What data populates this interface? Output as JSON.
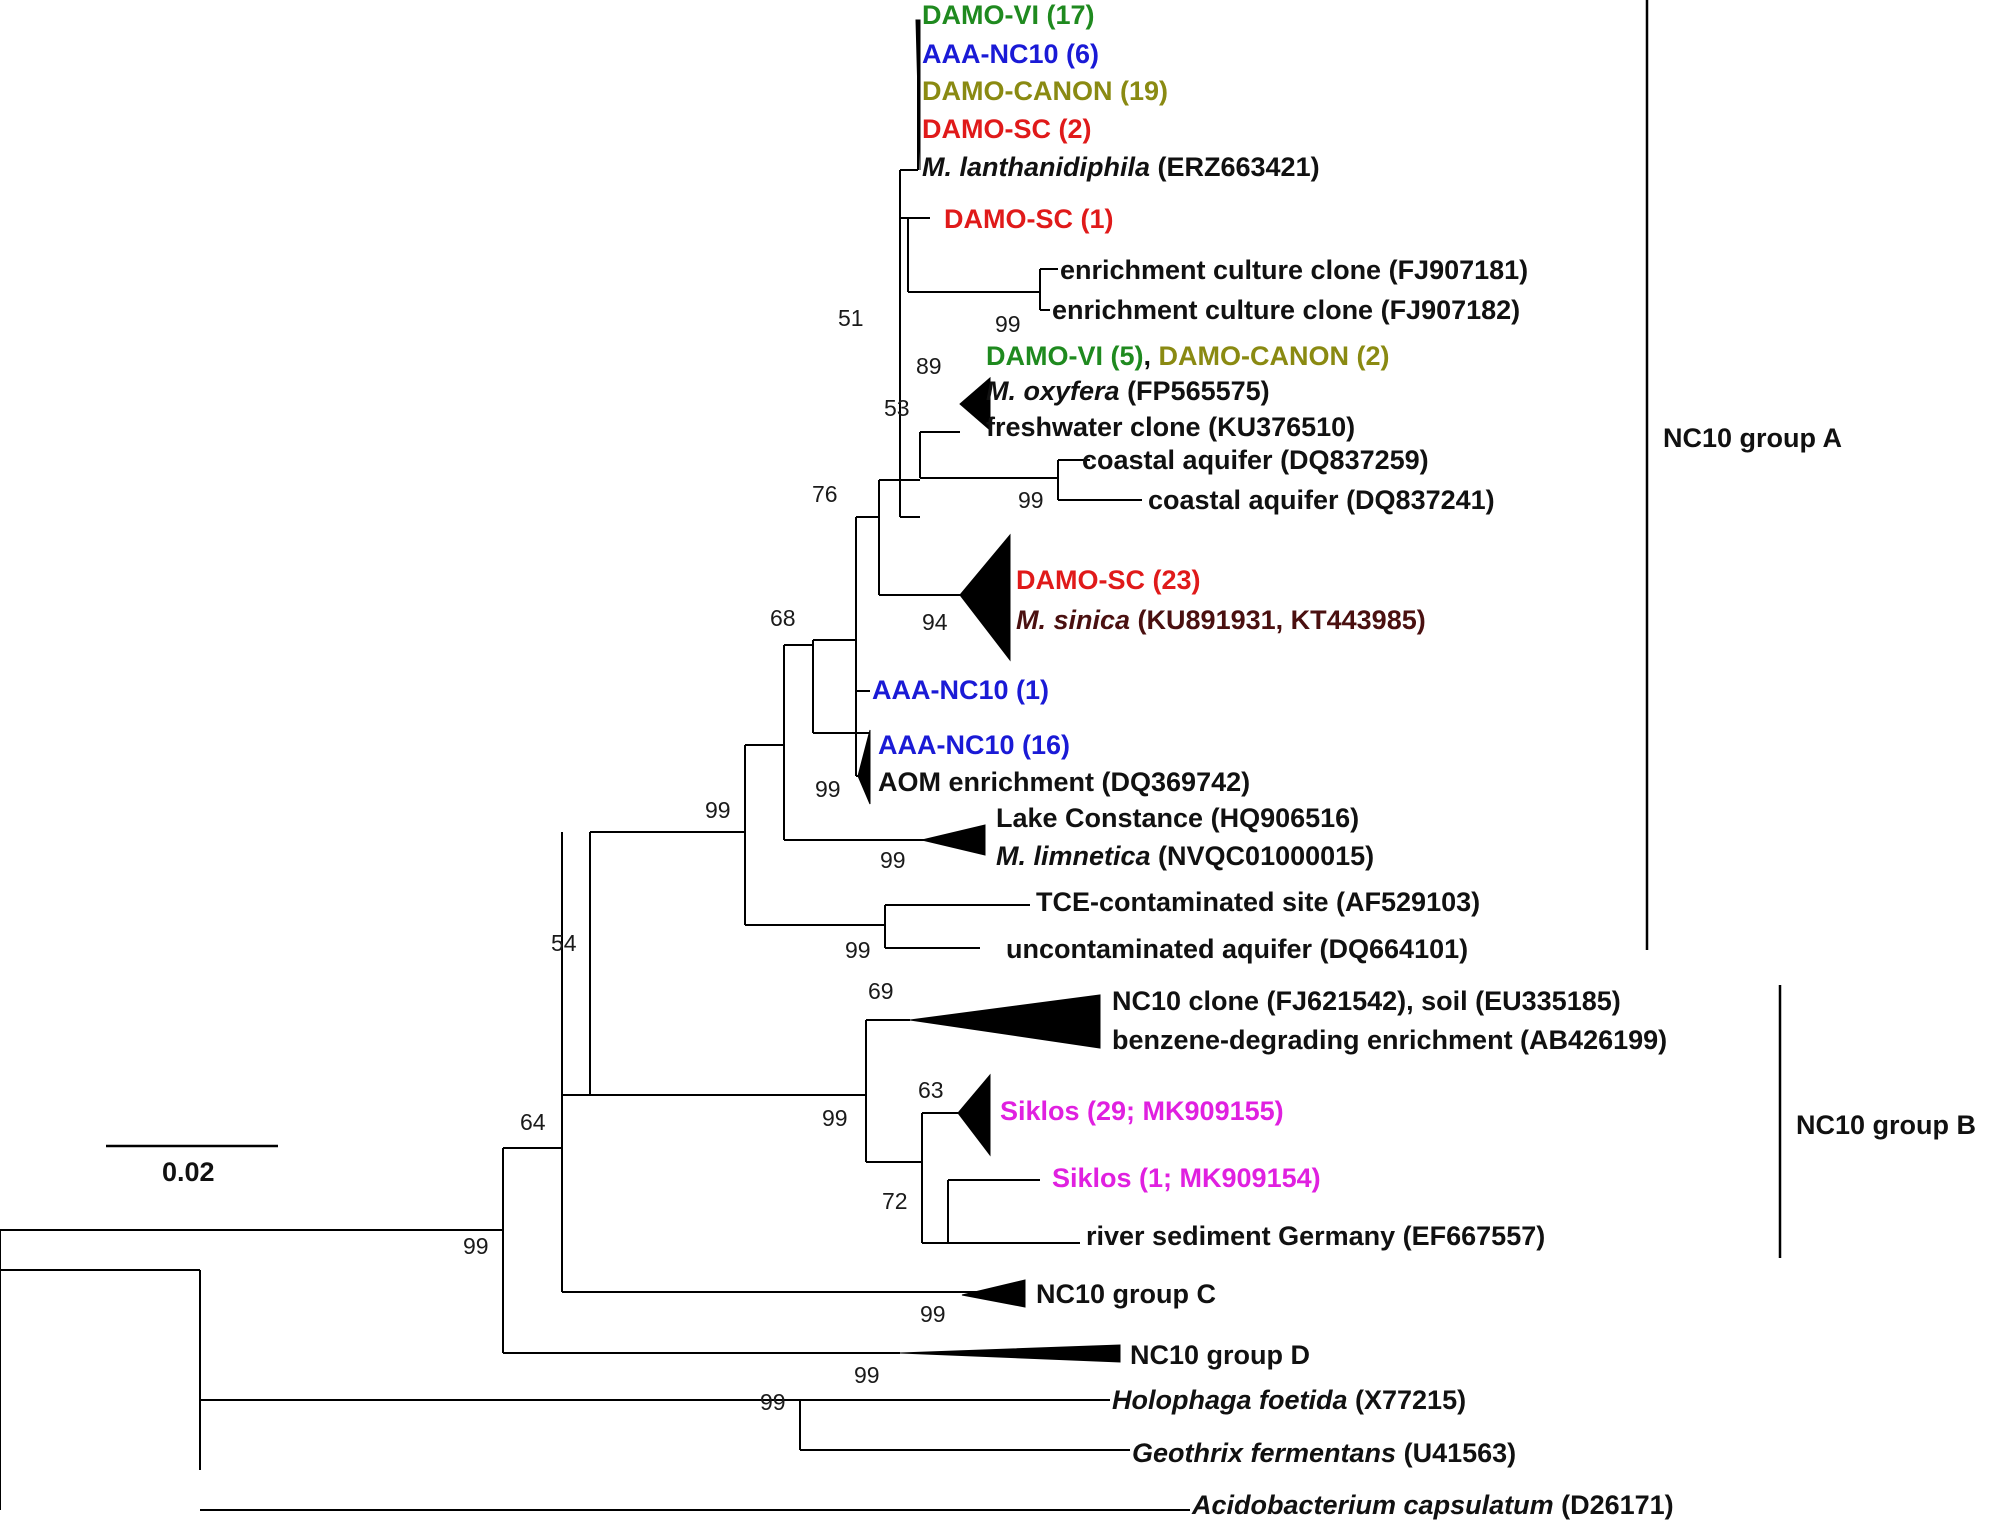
{
  "colors": {
    "green": "#1f8a1f",
    "blue": "#1a1ad6",
    "olive": "#8a8a12",
    "red": "#e01a1a",
    "magenta": "#e020e0",
    "brown": "#4a1010",
    "black": "#111111"
  },
  "scale_bar": {
    "label": "0.02"
  },
  "taxa": [
    {
      "id": "t1",
      "parts": [
        {
          "t": "DAMO-VI (17)",
          "c": "green"
        }
      ]
    },
    {
      "id": "t2",
      "parts": [
        {
          "t": "AAA-NC10 (6)",
          "c": "blue"
        }
      ]
    },
    {
      "id": "t3",
      "parts": [
        {
          "t": "DAMO-CANON (19)",
          "c": "olive"
        }
      ]
    },
    {
      "id": "t4",
      "parts": [
        {
          "t": "DAMO-SC (2)",
          "c": "red"
        }
      ]
    },
    {
      "id": "t5",
      "parts": [
        {
          "t": "M. lanthanidiphila",
          "c": "black",
          "i": true
        },
        {
          "t": " (ERZ663421)",
          "c": "black"
        }
      ]
    },
    {
      "id": "t6",
      "parts": [
        {
          "t": "DAMO-SC (1)",
          "c": "red"
        }
      ]
    },
    {
      "id": "t7",
      "parts": [
        {
          "t": "enrichment culture clone (FJ907181)",
          "c": "black"
        }
      ]
    },
    {
      "id": "t8",
      "parts": [
        {
          "t": "enrichment culture clone (FJ907182)",
          "c": "black"
        }
      ]
    },
    {
      "id": "t9",
      "parts": [
        {
          "t": "DAMO-VI (5)",
          "c": "green"
        },
        {
          "t": ",   ",
          "c": "black"
        },
        {
          "t": "DAMO-CANON (2)",
          "c": "olive"
        }
      ]
    },
    {
      "id": "t10",
      "parts": [
        {
          "t": "M. oxyfera",
          "c": "black",
          "i": true
        },
        {
          "t": " (FP565575)",
          "c": "black"
        }
      ]
    },
    {
      "id": "t11",
      "parts": [
        {
          "t": "freshwater clone (KU376510)",
          "c": "black"
        }
      ]
    },
    {
      "id": "t12",
      "parts": [
        {
          "t": "coastal aquifer (DQ837259)",
          "c": "black"
        }
      ]
    },
    {
      "id": "t13",
      "parts": [
        {
          "t": "coastal aquifer (DQ837241)",
          "c": "black"
        }
      ]
    },
    {
      "id": "t14",
      "parts": [
        {
          "t": "DAMO-SC (23)",
          "c": "red"
        }
      ]
    },
    {
      "id": "t15",
      "parts": [
        {
          "t": "M. sinica",
          "c": "brown",
          "i": true
        },
        {
          "t": " (KU891931, KT443985)",
          "c": "brown"
        }
      ]
    },
    {
      "id": "t16",
      "parts": [
        {
          "t": "AAA-NC10 (1)",
          "c": "blue"
        }
      ]
    },
    {
      "id": "t17",
      "parts": [
        {
          "t": "AAA-NC10 (16)",
          "c": "blue"
        }
      ]
    },
    {
      "id": "t18",
      "parts": [
        {
          "t": "AOM enrichment (DQ369742)",
          "c": "black"
        }
      ]
    },
    {
      "id": "t19",
      "parts": [
        {
          "t": "Lake Constance (HQ906516)",
          "c": "black"
        }
      ]
    },
    {
      "id": "t20",
      "parts": [
        {
          "t": "M. limnetica",
          "c": "black",
          "i": true
        },
        {
          "t": " (NVQC01000015)",
          "c": "black"
        }
      ]
    },
    {
      "id": "t21",
      "parts": [
        {
          "t": "TCE-contaminated site (AF529103)",
          "c": "black"
        }
      ]
    },
    {
      "id": "t22",
      "parts": [
        {
          "t": "uncontaminated aquifer (DQ664101)",
          "c": "black"
        }
      ]
    },
    {
      "id": "t23",
      "parts": [
        {
          "t": "NC10 clone (FJ621542), soil (EU335185)",
          "c": "black"
        }
      ]
    },
    {
      "id": "t24",
      "parts": [
        {
          "t": "benzene-degrading enrichment (AB426199)",
          "c": "black"
        }
      ]
    },
    {
      "id": "t25",
      "parts": [
        {
          "t": "Siklos (29; MK909155)",
          "c": "magenta"
        }
      ]
    },
    {
      "id": "t26",
      "parts": [
        {
          "t": "Siklos (1; MK909154)",
          "c": "magenta"
        }
      ]
    },
    {
      "id": "t27",
      "parts": [
        {
          "t": "river sediment Germany (EF667557)",
          "c": "black"
        }
      ]
    },
    {
      "id": "t28",
      "parts": [
        {
          "t": "NC10 group C",
          "c": "black"
        }
      ]
    },
    {
      "id": "t29",
      "parts": [
        {
          "t": "NC10 group D",
          "c": "black"
        }
      ]
    },
    {
      "id": "t30",
      "parts": [
        {
          "t": "Holophaga foetida",
          "c": "black",
          "i": true
        },
        {
          "t": " (X77215)",
          "c": "black"
        }
      ]
    },
    {
      "id": "t31",
      "parts": [
        {
          "t": "Geothrix fermentans",
          "c": "black",
          "i": true
        },
        {
          "t": " (U41563)",
          "c": "black"
        }
      ]
    },
    {
      "id": "t32",
      "parts": [
        {
          "t": "Acidobacterium capsulatum",
          "c": "black",
          "i": true
        },
        {
          "t": " (D26171)",
          "c": "black"
        }
      ]
    }
  ],
  "bootstrap": [
    {
      "id": "b51a",
      "v": "51"
    },
    {
      "id": "b99a",
      "v": "99"
    },
    {
      "id": "b89",
      "v": "89"
    },
    {
      "id": "b53",
      "v": "53"
    },
    {
      "id": "b99b",
      "v": "99"
    },
    {
      "id": "b76",
      "v": "76"
    },
    {
      "id": "b94",
      "v": "94"
    },
    {
      "id": "b68",
      "v": "68"
    },
    {
      "id": "b99c",
      "v": "99"
    },
    {
      "id": "b99d",
      "v": "99"
    },
    {
      "id": "b99e",
      "v": "99"
    },
    {
      "id": "b99f",
      "v": "99"
    },
    {
      "id": "b54",
      "v": "54"
    },
    {
      "id": "b69",
      "v": "69"
    },
    {
      "id": "b99g",
      "v": "99"
    },
    {
      "id": "b63",
      "v": "63"
    },
    {
      "id": "b72",
      "v": "72"
    },
    {
      "id": "b64",
      "v": "64"
    },
    {
      "id": "b99h",
      "v": "99"
    },
    {
      "id": "b99i",
      "v": "99"
    },
    {
      "id": "b99j",
      "v": "99"
    },
    {
      "id": "b99k",
      "v": "99"
    }
  ],
  "groups": [
    {
      "id": "gA",
      "label": "NC10 group A"
    },
    {
      "id": "gB",
      "label": "NC10 group B"
    }
  ]
}
